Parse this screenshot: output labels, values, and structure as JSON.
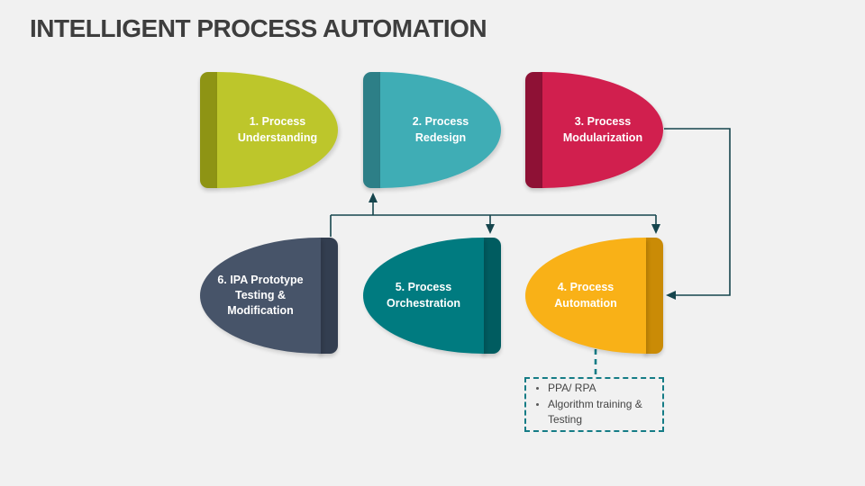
{
  "title": "INTELLIGENT PROCESS AUTOMATION",
  "shapes": [
    {
      "label": "1. Process Understanding",
      "body_color": "#bdc62b",
      "bar_color": "#8e9414"
    },
    {
      "label": "2. Process Redesign",
      "body_color": "#3fadb5",
      "bar_color": "#2d7f87"
    },
    {
      "label": "3. Process Modularization",
      "body_color": "#d11f4e",
      "bar_color": "#8e1135"
    },
    {
      "label": "4. Process Automation",
      "body_color": "#f9b117",
      "bar_color": "#ca8b06"
    },
    {
      "label": "5. Process Orchestration",
      "body_color": "#007b80",
      "bar_color": "#005c60"
    },
    {
      "label": "6. IPA Prototype Testing & Modification",
      "body_color": "#475469",
      "bar_color": "#333e50"
    }
  ],
  "callout": {
    "items": [
      "PPA/ RPA",
      "Algorithm training & Testing"
    ],
    "border_color": "#157c86"
  },
  "connectors": {
    "solid_color": "#16454d",
    "dashed_color": "#157c86",
    "links": [
      "shape3-to-shape4",
      "row-line-to-shape2-up",
      "row-line-to-shape5-down",
      "row-line-to-shape4-down",
      "row-line-to-shape6",
      "shape4-to-callout-dashed"
    ]
  },
  "background_color": "#f1f1f1",
  "title_color": "#3e3e3e"
}
